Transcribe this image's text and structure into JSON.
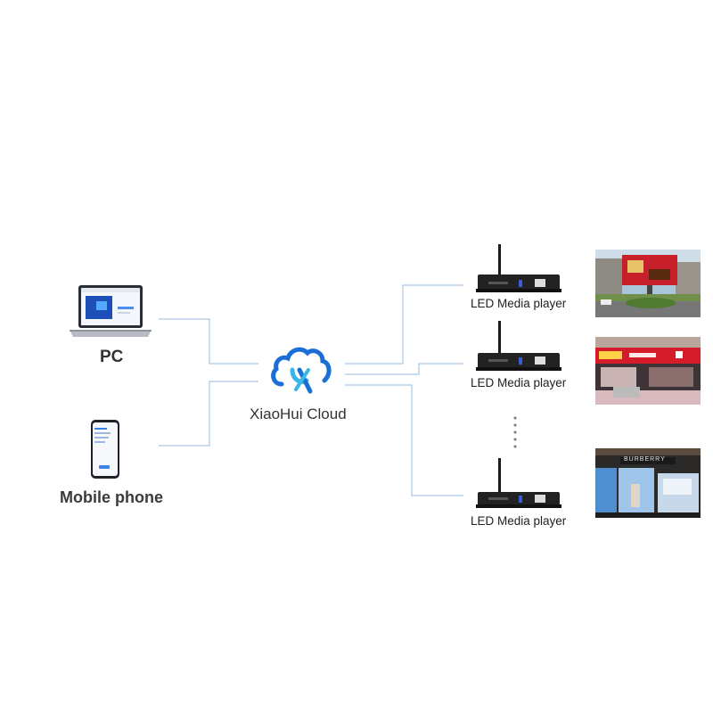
{
  "devices": {
    "pc": {
      "label": "PC",
      "icon": "laptop-icon"
    },
    "mobile": {
      "label": "Mobile phone",
      "icon": "smartphone-icon"
    }
  },
  "cloud": {
    "label": "XiaoHui Cloud",
    "icon": "cloud-logo-icon",
    "colors": {
      "primary": "#1a6fd6",
      "secondary": "#38b6e8"
    }
  },
  "players": [
    {
      "label": "LED Media player",
      "icon": "media-player-icon"
    },
    {
      "label": "LED Media player",
      "icon": "media-player-icon"
    },
    {
      "label": "LED Media player",
      "icon": "media-player-icon"
    }
  ],
  "screens": [
    {
      "icon": "outdoor-led-billboard-photo"
    },
    {
      "icon": "storefront-led-sign-photo"
    },
    {
      "icon": "retail-facade-led-photo",
      "sign_text": "BURBERRY"
    }
  ],
  "ellipsis": {
    "icon": "vertical-dots-icon"
  },
  "line_color": "#a9c8e6"
}
